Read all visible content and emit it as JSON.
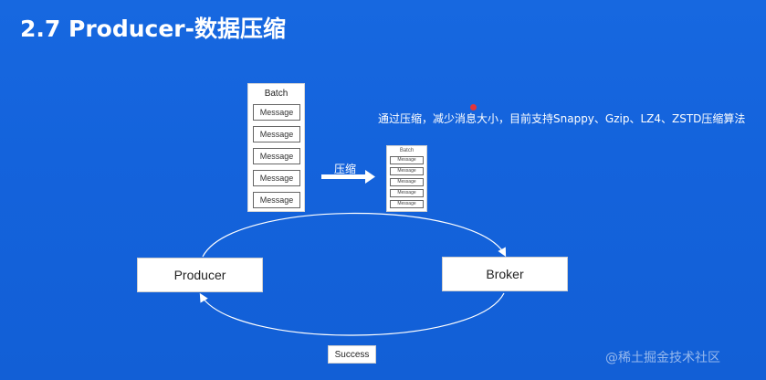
{
  "slide": {
    "title": "2.7 Producer-数据压缩",
    "description": "通过压缩，减少消息大小，目前支持Snappy、Gzip、LZ4、ZSTD压缩算法",
    "arrow_label": "压缩",
    "watermark": "@稀土掘金技术社区"
  },
  "batch": {
    "label": "Batch",
    "messages": [
      "Message",
      "Message",
      "Message",
      "Message",
      "Message"
    ]
  },
  "compressed_batch": {
    "label": "Batch",
    "messages": [
      "Message",
      "Message",
      "Message",
      "Message",
      "Message"
    ]
  },
  "nodes": {
    "producer": "Producer",
    "broker": "Broker",
    "response": "Success"
  },
  "colors": {
    "background": "#1463dc",
    "box": "#ffffff",
    "pointer_dot": "#e2353b"
  }
}
